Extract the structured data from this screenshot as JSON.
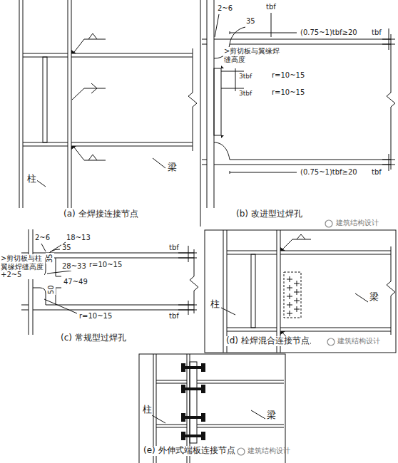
{
  "diagram": {
    "labels": [
      "柱",
      "梁",
      "(a) 全焊接连接节点",
      "2~6",
      "tbf",
      "35",
      "(0.75~1)tbf≥20",
      "tbf",
      ">剪切板与翼缘焊缝高度",
      "3tbf",
      "r=10~15",
      "3tbf",
      "r=10~15",
      "(0.75~1)tbf≥20",
      "tbf",
      "(b) 改进型过焊孔",
      "建筑结构设计",
      "2~6",
      "18~13",
      "35",
      ">剪切板与柱翼缘焊缝高度+2~5",
      "35",
      "28~33",
      "r=10~15",
      "47~49",
      "50",
      "r=10~15",
      "tbf",
      "tbf",
      "(c) 常规型过焊孔",
      "柱",
      "梁",
      "(d) 栓焊混合连接节点",
      "建筑结构设计",
      "柱",
      "梁",
      "(e) 外伸式端板连接节点",
      "建筑结构设计"
    ]
  }
}
